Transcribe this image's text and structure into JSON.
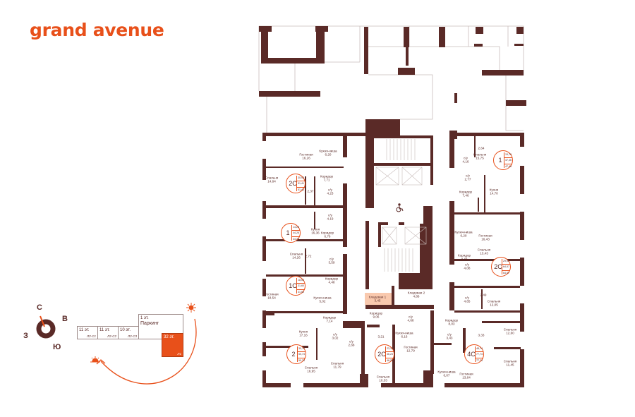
{
  "brand": {
    "logo_text": "grand avenue",
    "accent_color": "#e8501a",
    "wall_color": "#5a2a27"
  },
  "compass": {
    "north": "С",
    "east": "В",
    "west": "З",
    "south": "Ю"
  },
  "building": {
    "sections": [
      {
        "floors": "11 эт.",
        "code": "Л2-С1",
        "active": false
      },
      {
        "floors": "11 эт.",
        "code": "Л2-С2",
        "active": false
      },
      {
        "floors": "10 эт.",
        "code": "Л2-С3",
        "active": false
      },
      {
        "floors": "1 эт.",
        "code": "Паркинг",
        "active": false
      },
      {
        "floors": "32 эт.",
        "code": "Л1",
        "active": true
      }
    ],
    "sunrise_icon": "sun-icon",
    "sunset_icon": "sunset-icon"
  },
  "rooms": [
    {
      "name": "Гостиная",
      "area": "16,26"
    },
    {
      "name": "Кухня-ниша",
      "area": "6,20"
    },
    {
      "name": "Спальня",
      "area": "14,64"
    },
    {
      "name": "Коридор",
      "area": "7,71"
    },
    {
      "name": "",
      "area": "2,37"
    },
    {
      "name": "с/у",
      "area": "4,23"
    },
    {
      "name": "с/у",
      "area": "4,19"
    },
    {
      "name": "Кухня",
      "area": "16,36"
    },
    {
      "name": "Коридор",
      "area": "6,76"
    },
    {
      "name": "Спальня",
      "area": "14,26"
    },
    {
      "name": "",
      "area": "2,72"
    },
    {
      "name": "с/у",
      "area": "3,59"
    },
    {
      "name": "Коридор",
      "area": "4,48"
    },
    {
      "name": "Гостиная",
      "area": "18,54"
    },
    {
      "name": "Кухня-ниша",
      "area": "5,02"
    },
    {
      "name": "Коридор",
      "area": "7,14"
    },
    {
      "name": "Коридор",
      "area": "9,06"
    },
    {
      "name": "с/у",
      "area": "4,68"
    },
    {
      "name": "Коридор",
      "area": "8,03"
    },
    {
      "name": "Кухня",
      "area": "17,16"
    },
    {
      "name": "с/у",
      "area": "3,02"
    },
    {
      "name": "с/у",
      "area": "2,68"
    },
    {
      "name": "",
      "area": "3,21"
    },
    {
      "name": "Кухня-ниша",
      "area": "6,16"
    },
    {
      "name": "с/у",
      "area": "3,43"
    },
    {
      "name": "",
      "area": "3,33"
    },
    {
      "name": "Спальня",
      "area": "12,60"
    },
    {
      "name": "Гостиная",
      "area": "12,79"
    },
    {
      "name": "Спальня",
      "area": "16,95"
    },
    {
      "name": "Спальня",
      "area": "11,79"
    },
    {
      "name": "Спальня",
      "area": "10,33"
    },
    {
      "name": "Кухня-ниша",
      "area": "6,07"
    },
    {
      "name": "Гостиная",
      "area": "13,64"
    },
    {
      "name": "Спальня",
      "area": "11,45"
    },
    {
      "name": "",
      "area": "2,64"
    },
    {
      "name": "с/у",
      "area": "4,16"
    },
    {
      "name": "Спальня",
      "area": "15,75"
    },
    {
      "name": "с/у",
      "area": "2,77"
    },
    {
      "name": "Коридор",
      "area": "7,46"
    },
    {
      "name": "Кухня",
      "area": "14,70"
    },
    {
      "name": "Кухня-ниша",
      "area": "6,20"
    },
    {
      "name": "Гостиная",
      "area": "16,43"
    },
    {
      "name": "Коридор",
      "area": "4,43"
    },
    {
      "name": "Спальня",
      "area": "13,43"
    },
    {
      "name": "с/у",
      "area": "4,08"
    },
    {
      "name": "",
      "area": "2,49"
    },
    {
      "name": "с/у",
      "area": "4,65"
    },
    {
      "name": "Спальня",
      "area": "12,05"
    },
    {
      "name": "Кладовая 1",
      "area": "3,45"
    },
    {
      "name": "Кладовая 2",
      "area": "4,86"
    }
  ],
  "apartments": [
    {
      "code": "2С",
      "values": [
        "30,90",
        "51,41",
        "51,41"
      ]
    },
    {
      "code": "1",
      "values": [
        "14,26",
        "44,26",
        "44,26"
      ]
    },
    {
      "code": "1С",
      "values": [
        "18,54",
        "31,60",
        "31,60"
      ]
    },
    {
      "code": "2",
      "values": [
        "30,74",
        "50,74",
        "50,74"
      ]
    },
    {
      "code": "2С",
      "values": [
        "23,12",
        "46,23",
        "46,23"
      ]
    },
    {
      "code": "4С",
      "values": [
        "48,74",
        "77,74",
        "77,74"
      ]
    },
    {
      "code": "1",
      "values": [
        "15,75",
        "47,46",
        "47,46"
      ]
    },
    {
      "code": "2С",
      "values": [
        "29,90",
        "64,57",
        "64,57"
      ]
    }
  ],
  "icons": {
    "accessibility": "wheelchair-icon"
  }
}
